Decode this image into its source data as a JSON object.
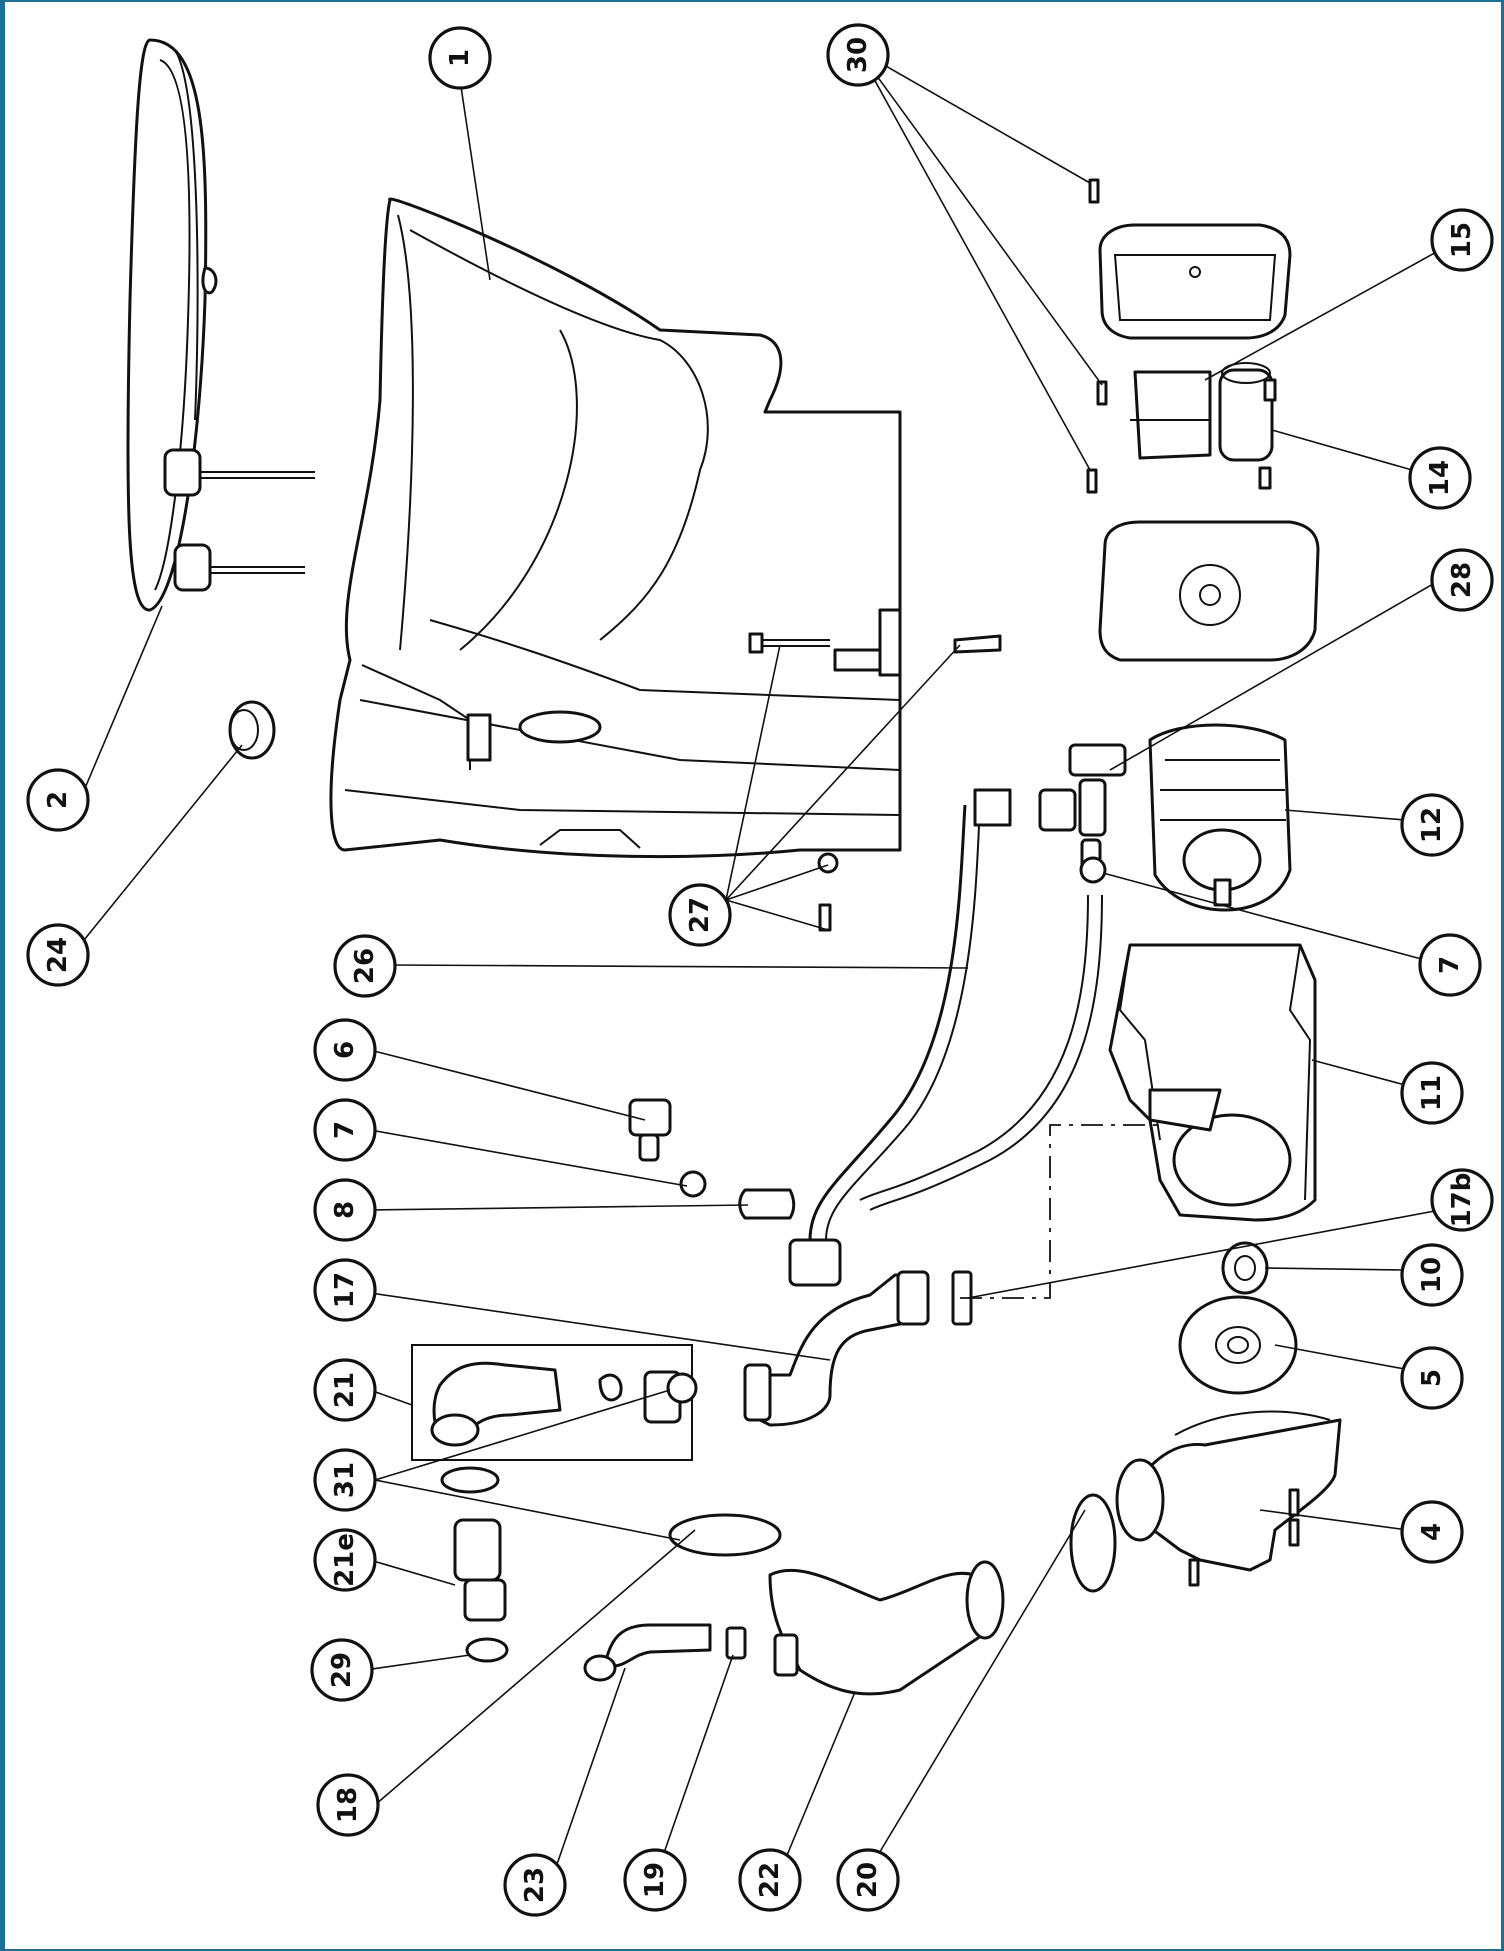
{
  "diagram": {
    "callouts": [
      {
        "id": "c-1",
        "label": "1"
      },
      {
        "id": "c-2",
        "label": "2"
      },
      {
        "id": "c-24",
        "label": "24"
      },
      {
        "id": "c-26",
        "label": "26"
      },
      {
        "id": "c-6",
        "label": "6"
      },
      {
        "id": "c-7a",
        "label": "7"
      },
      {
        "id": "c-8",
        "label": "8"
      },
      {
        "id": "c-17",
        "label": "17"
      },
      {
        "id": "c-21",
        "label": "21"
      },
      {
        "id": "c-31",
        "label": "31"
      },
      {
        "id": "c-21e",
        "label": "21e"
      },
      {
        "id": "c-29",
        "label": "29"
      },
      {
        "id": "c-18",
        "label": "18"
      },
      {
        "id": "c-23",
        "label": "23"
      },
      {
        "id": "c-19",
        "label": "19"
      },
      {
        "id": "c-22",
        "label": "22"
      },
      {
        "id": "c-20",
        "label": "20"
      },
      {
        "id": "c-30",
        "label": "30"
      },
      {
        "id": "c-15",
        "label": "15"
      },
      {
        "id": "c-14",
        "label": "14"
      },
      {
        "id": "c-28",
        "label": "28"
      },
      {
        "id": "c-12",
        "label": "12"
      },
      {
        "id": "c-7b",
        "label": "7"
      },
      {
        "id": "c-11",
        "label": "11"
      },
      {
        "id": "c-17b",
        "label": "17b"
      },
      {
        "id": "c-10",
        "label": "10"
      },
      {
        "id": "c-5",
        "label": "5"
      },
      {
        "id": "c-4",
        "label": "4"
      },
      {
        "id": "c-27",
        "label": "27"
      }
    ]
  },
  "colors": {
    "frame": "#1e6f95",
    "ink": "#111111",
    "paper": "#ffffff"
  }
}
